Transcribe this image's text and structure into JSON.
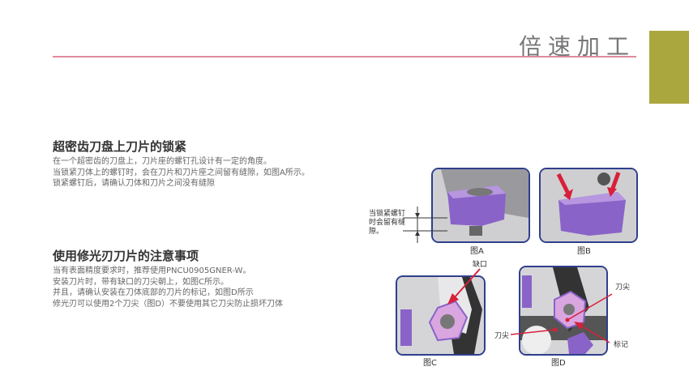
{
  "header": {
    "title": "倍速加工"
  },
  "section1": {
    "heading": "超密齿刀盘上刀片的锁紧",
    "lines": [
      "在一个超密齿的刀盘上，刀片座的螺钉孔设计有一定的角度。",
      "当锁紧刀体上的螺钉时，会在刀片和刀片座之间留有缝隙，如图A所示。",
      "锁紧螺钉后，请确认刀体和刀片之间没有缝隙"
    ]
  },
  "section2": {
    "heading": "使用修光刃刀片的注意事项",
    "lines": [
      "当有表面精度要求时，推荐使用PNCU0905GNER-W。",
      "安装刀片时，带有缺口的刀尖朝上，如图C所示。",
      "并且，请确认安装在刀体底部的刀片的标记，如图D所示",
      "修光刃可以使用2个刀尖（图D）不要使用其它刀尖防止损坏刀体"
    ]
  },
  "figures": {
    "a_caption": "图A",
    "a_note": [
      "当锁紧螺钉",
      "时会留有缝",
      "隙。"
    ],
    "b_caption": "图B",
    "c_caption": "图C",
    "c_note": "缺口",
    "d_caption": "图D",
    "d_tip1": "刀尖",
    "d_tip2": "刀尖",
    "d_mark": "标记"
  },
  "colors": {
    "accent": "#e08a9c",
    "tab": "#aba73f",
    "insert": "#8a63c8",
    "arrow": "#d8203a",
    "frame": "#2f3f8c"
  }
}
